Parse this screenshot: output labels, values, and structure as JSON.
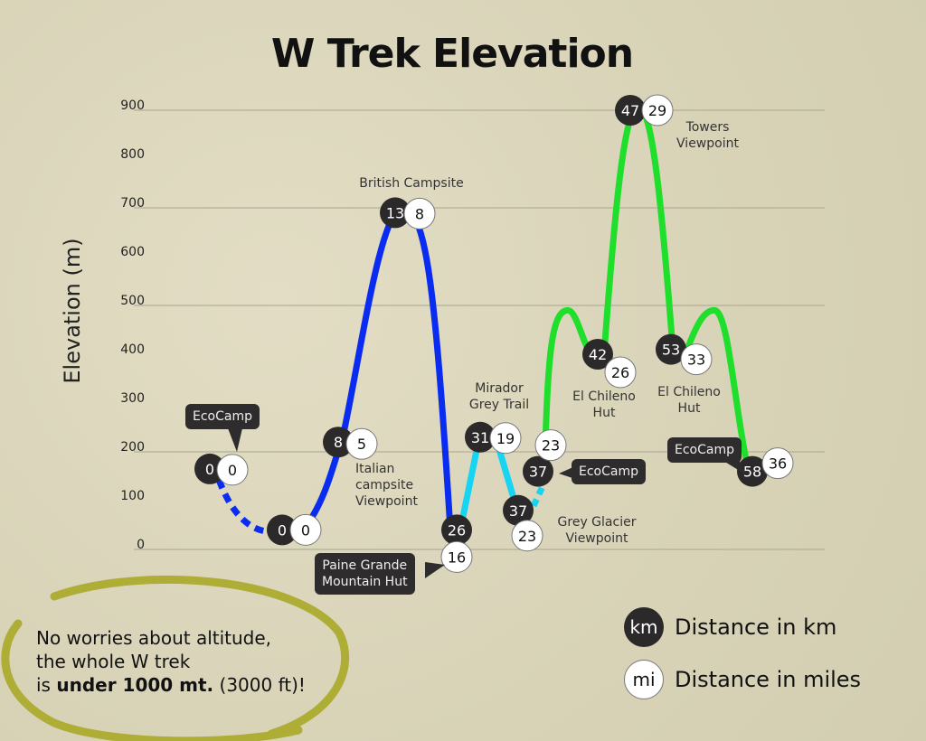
{
  "chart_data": {
    "type": "line",
    "title": "W Trek Elevation",
    "ylabel": "Elevation (m)",
    "ylim": [
      0,
      900
    ],
    "yticks": [
      0,
      100,
      200,
      300,
      400,
      500,
      600,
      700,
      800,
      900
    ],
    "grid_values": [
      0,
      200,
      500,
      700,
      900
    ],
    "series": [
      {
        "color": "#0a2cf0",
        "points": [
          {
            "km": 0,
            "mi": 0,
            "elevation": 165
          },
          {
            "km": 0,
            "mi": 0,
            "elevation": 40
          },
          {
            "km": 8,
            "mi": 5,
            "elevation": 220
          },
          {
            "km": 13,
            "mi": 8,
            "elevation": 690
          },
          {
            "km": 26,
            "mi": 16,
            "elevation": 40
          }
        ]
      },
      {
        "color": "#16d4f2",
        "points": [
          {
            "km": 31,
            "mi": 19,
            "elevation": 230
          },
          {
            "km": 37,
            "mi": 23,
            "elevation": 80
          }
        ]
      },
      {
        "color": "#1fdf2c",
        "points": [
          {
            "km": 37,
            "mi": 23,
            "elevation": 160
          },
          {
            "km": 42,
            "mi": 26,
            "elevation": 400
          },
          {
            "km": 47,
            "mi": 29,
            "elevation": 900
          },
          {
            "km": 53,
            "mi": 33,
            "elevation": 410
          },
          {
            "km": 58,
            "mi": 36,
            "elevation": 160
          }
        ]
      }
    ],
    "annotations": {
      "british": "British Campsite",
      "italian": [
        "Italian",
        "campsite",
        "Viewpoint"
      ],
      "mirador": [
        "Mirador",
        "Grey Trail"
      ],
      "chileno1": [
        "El Chileno",
        "Hut"
      ],
      "chileno2": [
        "El Chileno",
        "Hut"
      ],
      "glacier": [
        "Grey Glacier",
        "Viewpoint"
      ],
      "towers": [
        "Towers",
        "Viewpoint"
      ],
      "ecocamp1": "EcoCamp",
      "paine": [
        "Paine Grande",
        "Mountain Hut"
      ],
      "ecocamp2": "EcoCamp",
      "ecocamp3": "EcoCamp"
    },
    "legend": [
      {
        "symbol": "km",
        "label": "Distance in km"
      },
      {
        "symbol": "mi",
        "label": "Distance in miles"
      }
    ]
  },
  "note": {
    "line1": "No worries about altitude,",
    "line2": "the whole W trek",
    "line3_a": "is ",
    "line3_bold": "under 1000 mt.",
    "line3_b": " (3000 ft)!"
  },
  "colors": {
    "background": "#dbd6bb",
    "ellipse": "#aead35",
    "marker_dark": "#2b2929"
  }
}
